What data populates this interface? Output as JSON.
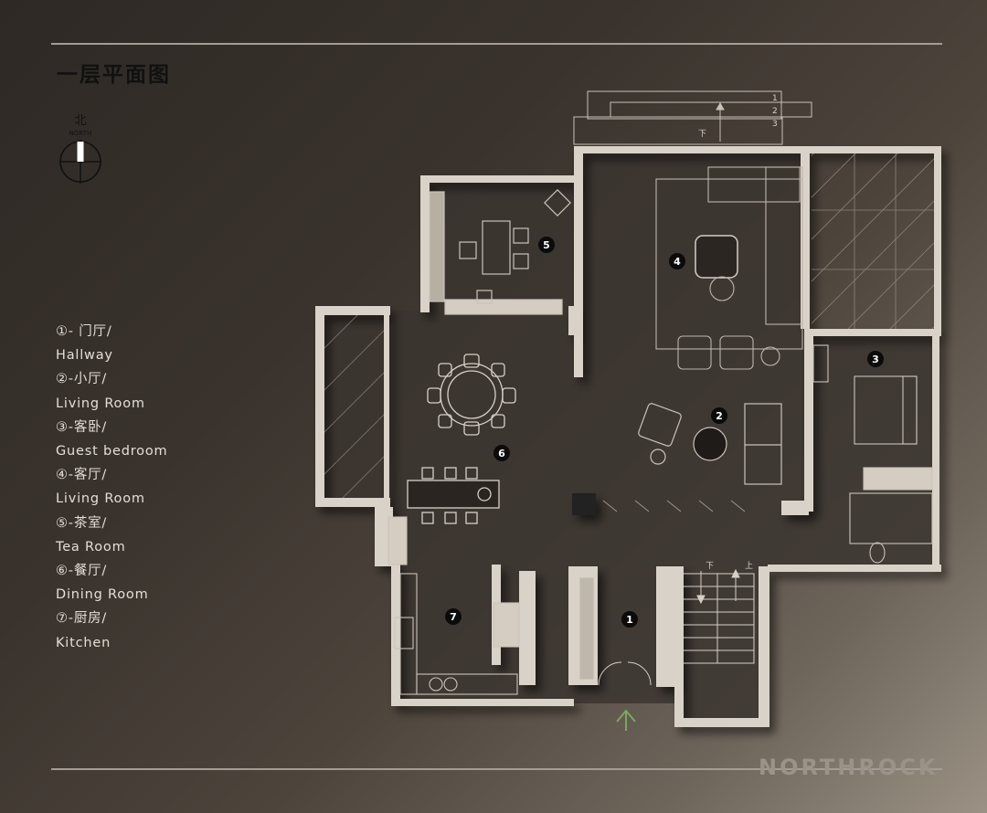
{
  "title": "一层平面图",
  "compass": {
    "cn": "北",
    "en": "NORTH"
  },
  "legend": [
    {
      "cn": "①- 门厅/",
      "en": "Hallway"
    },
    {
      "cn": "②-小厅/",
      "en": "Living Room"
    },
    {
      "cn": "③-客卧/",
      "en": "Guest bedroom"
    },
    {
      "cn": "④-客厅/",
      "en": "Living Room"
    },
    {
      "cn": "⑤-茶室/",
      "en": "Tea Room"
    },
    {
      "cn": "⑥-餐厅/",
      "en": "Dining Room"
    },
    {
      "cn": "⑦-厨房/",
      "en": "Kitchen"
    }
  ],
  "room_markers": [
    "1",
    "2",
    "3",
    "4",
    "5",
    "6",
    "7"
  ],
  "stair_labels": {
    "down": "下",
    "up": "上",
    "steps": [
      "1",
      "2",
      "3"
    ]
  },
  "brand": "NORTHROCK"
}
